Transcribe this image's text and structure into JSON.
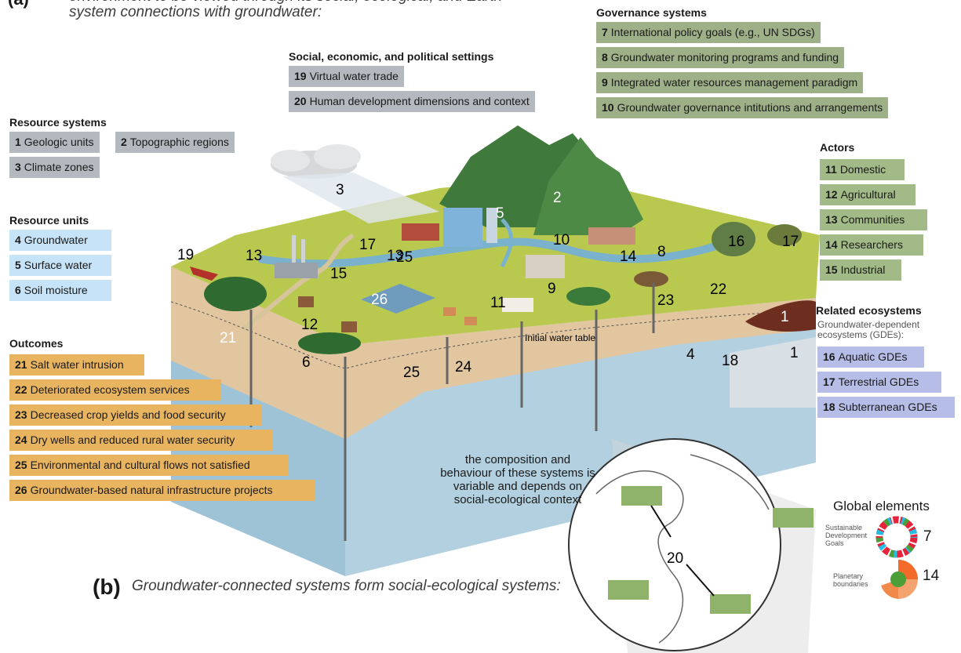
{
  "intro_label": "(a)",
  "intro_text": "environment to be viewed through its social, ecological, and Earth system connections with groundwater:",
  "sections": {
    "resource_systems": {
      "title": "Resource systems",
      "items": [
        {
          "n": "1",
          "label": "Geologic units"
        },
        {
          "n": "2",
          "label": "Topographic regions"
        },
        {
          "n": "3",
          "label": "Climate zones"
        }
      ]
    },
    "resource_units": {
      "title": "Resource units",
      "items": [
        {
          "n": "4",
          "label": "Groundwater"
        },
        {
          "n": "5",
          "label": "Surface water"
        },
        {
          "n": "6",
          "label": "Soil moisture"
        }
      ]
    },
    "outcomes": {
      "title": "Outcomes",
      "items": [
        {
          "n": "21",
          "label": "Salt water intrusion"
        },
        {
          "n": "22",
          "label": "Deteriorated ecosystem services"
        },
        {
          "n": "23",
          "label": "Decreased crop yields and food security"
        },
        {
          "n": "24",
          "label": "Dry wells and reduced rural water security"
        },
        {
          "n": "25",
          "label": "Environmental and cultural flows not satisfied"
        },
        {
          "n": "26",
          "label": "Groundwater-based natural infrastructure projects"
        }
      ]
    },
    "social": {
      "title": "Social, economic, and political settings",
      "items": [
        {
          "n": "19",
          "label": "Virtual water trade"
        },
        {
          "n": "20",
          "label": "Human development dimensions and context"
        }
      ]
    },
    "governance": {
      "title": "Governance systems",
      "items": [
        {
          "n": "7",
          "label": "International policy goals (e.g., UN SDGs)"
        },
        {
          "n": "8",
          "label": "Groundwater monitoring programs and funding"
        },
        {
          "n": "9",
          "label": "Integrated water resources management paradigm"
        },
        {
          "n": "10",
          "label": "Groundwater governance intitutions and arrangements"
        }
      ]
    },
    "actors": {
      "title": "Actors",
      "items": [
        {
          "n": "11",
          "label": "Domestic"
        },
        {
          "n": "12",
          "label": "Agricultural"
        },
        {
          "n": "13",
          "label": "Communities"
        },
        {
          "n": "14",
          "label": "Researchers"
        },
        {
          "n": "15",
          "label": "Industrial"
        }
      ]
    },
    "related": {
      "title": "Related ecosystems",
      "subtitle": "Groundwater-dependent ecosystems (GDEs):",
      "items": [
        {
          "n": "16",
          "label": "Aquatic GDEs"
        },
        {
          "n": "17",
          "label": "Terrestrial GDEs"
        },
        {
          "n": "18",
          "label": "Subterranean GDEs"
        }
      ]
    }
  },
  "diagram": {
    "water_table_label": "Initial water table",
    "callouts": [
      "1",
      "1",
      "2",
      "3",
      "4",
      "5",
      "6",
      "8",
      "9",
      "10",
      "11",
      "12",
      "13",
      "13",
      "14",
      "15",
      "16",
      "17",
      "17",
      "18",
      "19",
      "21",
      "22",
      "23",
      "24",
      "25",
      "25",
      "26"
    ]
  },
  "caption": "the composition and behaviour of these systems is variable and depends on social-ecological context",
  "global": {
    "title": "Global elements",
    "sdg_label": "Sustainable Development Goals",
    "sdg_num": "7",
    "pb_label": "Planetary boundaries",
    "pb_num": "14",
    "globe_num": "20"
  },
  "b_label": "(b)",
  "b_text": "Groundwater-connected systems form social-ecological systems:",
  "colors": {
    "gray": "#b3b9be",
    "blue": "#c7e3f7",
    "green": "#a2ba87",
    "orange": "#e8b460",
    "violet": "#b6bee8",
    "land": "#b9c94f",
    "soil": "#e2c69f",
    "aquifer": "#9fc3d6"
  }
}
